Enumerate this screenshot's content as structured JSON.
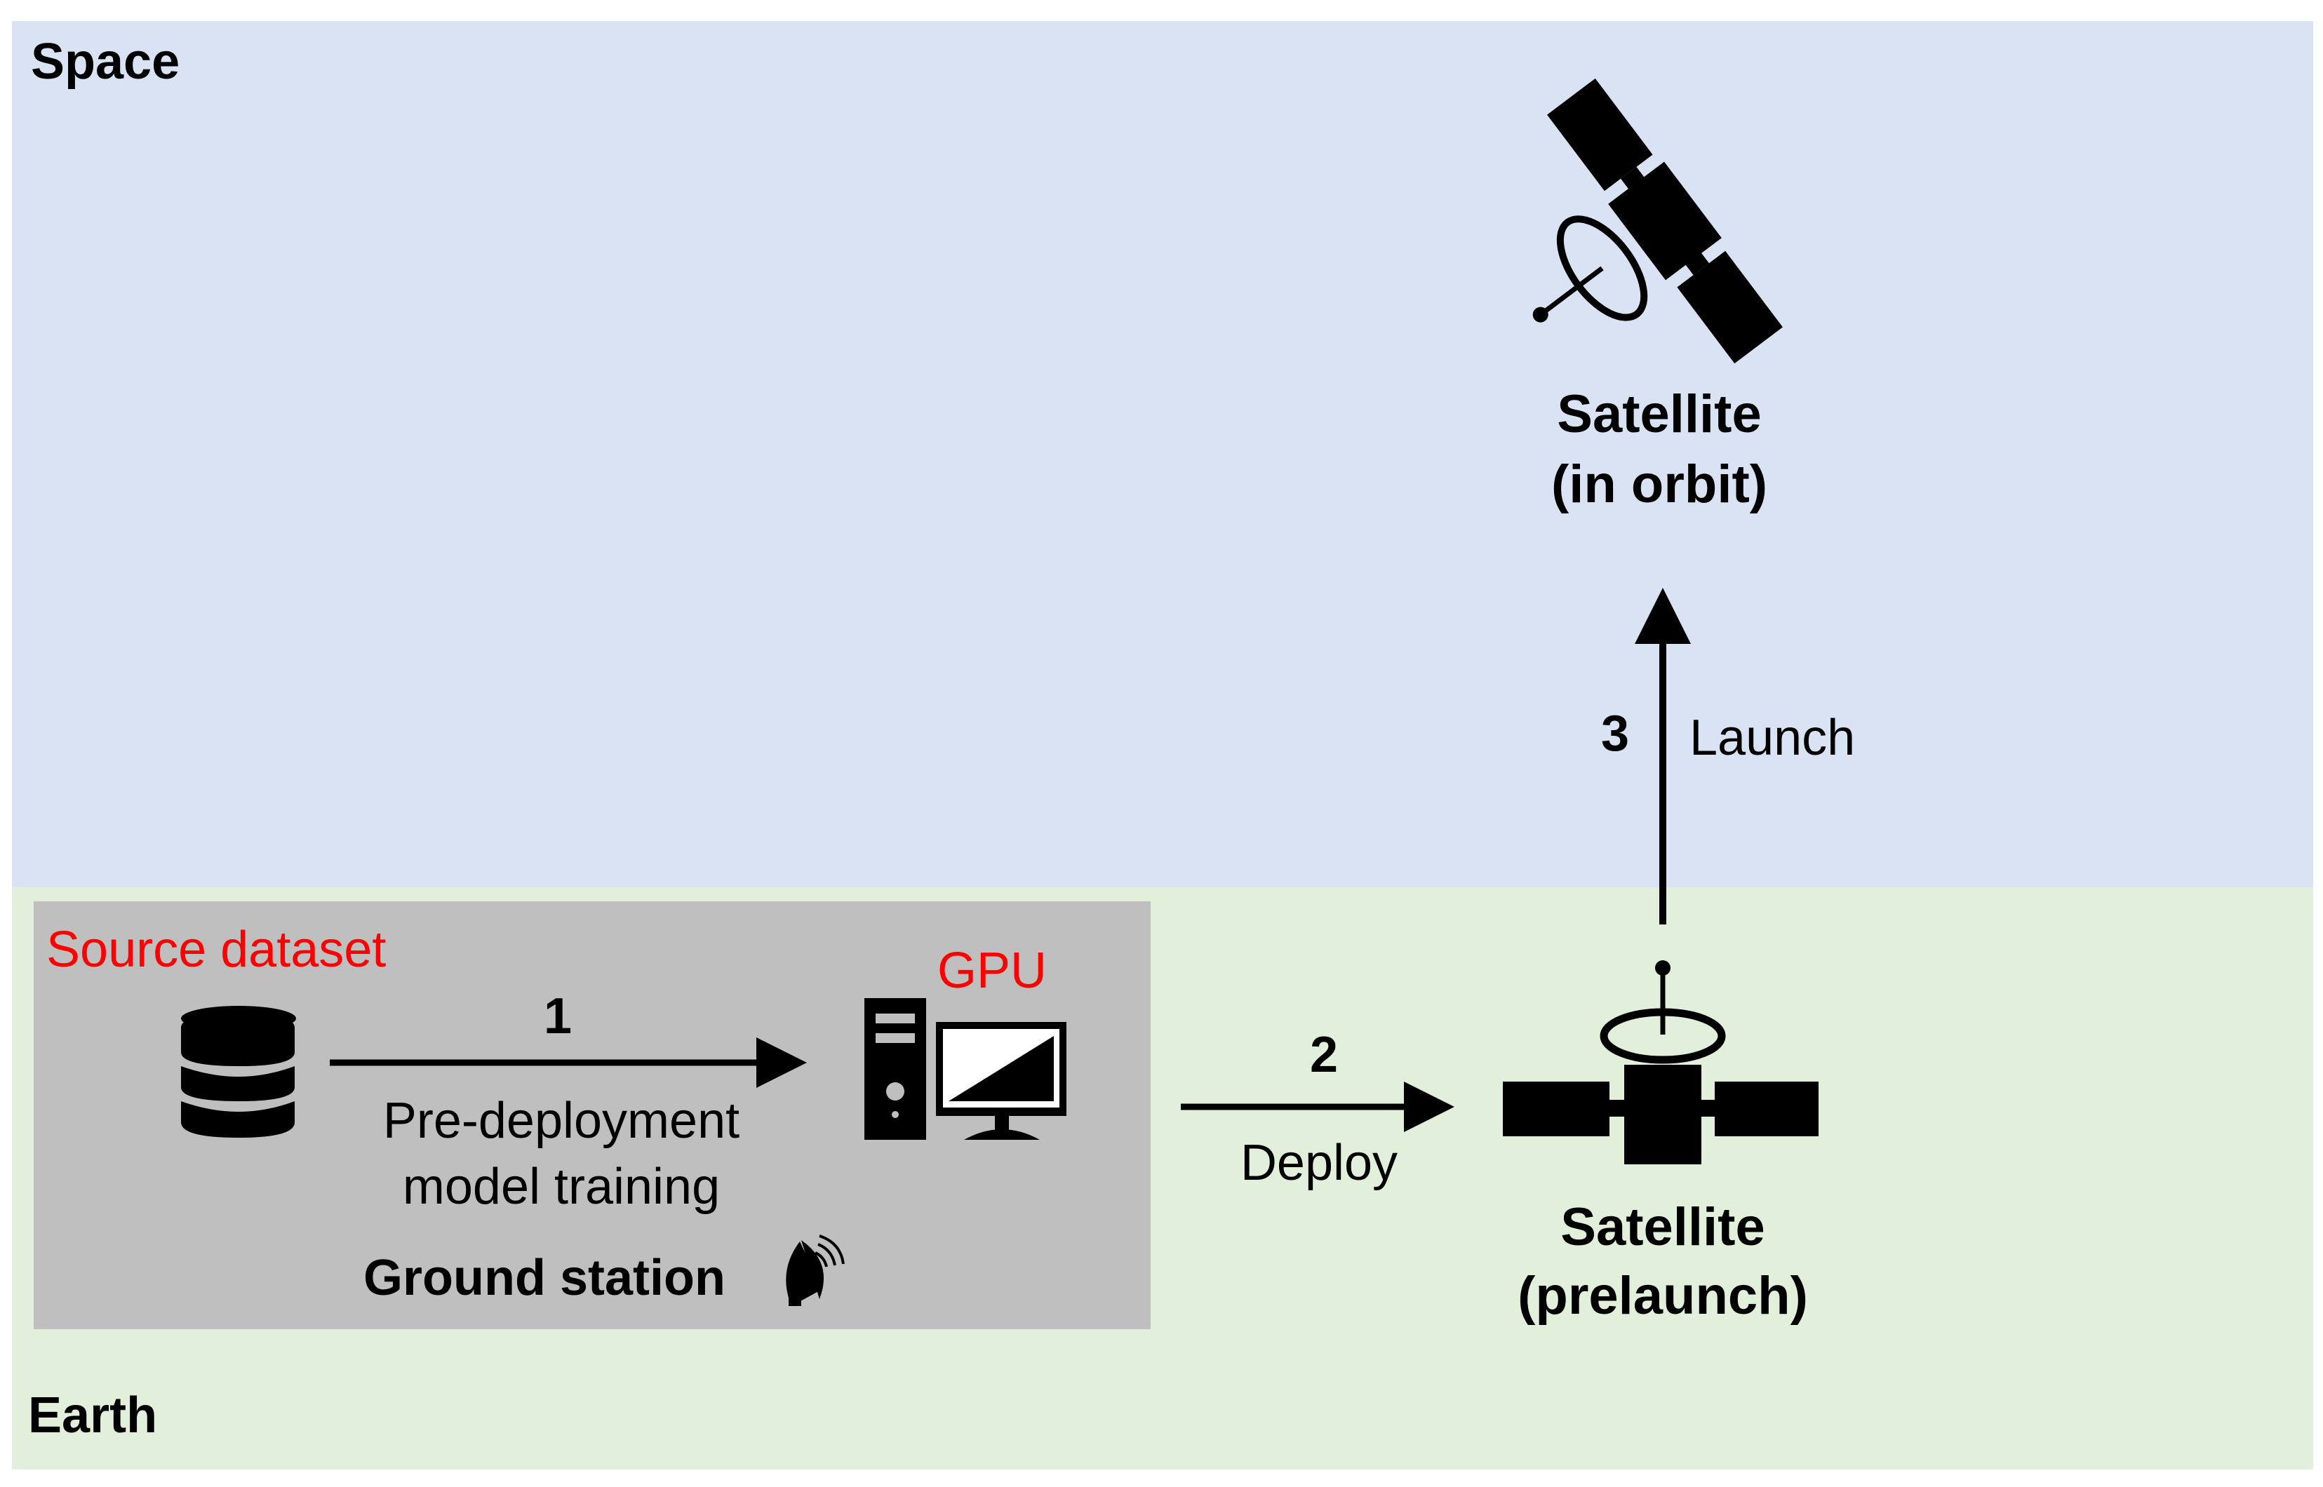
{
  "colors": {
    "space_bg": "#dae3f3",
    "earth_bg": "#e2efda",
    "ground_station_bg": "#bfbfbf",
    "highlight_text": "#ff0000",
    "ink": "#000000"
  },
  "zones": {
    "space_label": "Space",
    "earth_label": "Earth",
    "ground_station_label": "Ground station"
  },
  "nodes": {
    "source_dataset": {
      "label": "Source dataset",
      "icon": "database-icon"
    },
    "gpu": {
      "label": "GPU",
      "icon": "desktop-computer-icon"
    },
    "satellite_prelaunch": {
      "label_line1": "Satellite",
      "label_line2": "(prelaunch)",
      "icon": "satellite-icon"
    },
    "satellite_orbit": {
      "label_line1": "Satellite",
      "label_line2": "(in orbit)",
      "icon": "satellite-icon"
    },
    "ground_station_icon": "satellite-dish-icon"
  },
  "steps": [
    {
      "number": "1",
      "label_line1": "Pre-deployment",
      "label_line2": "model training"
    },
    {
      "number": "2",
      "label_line1": "Deploy"
    },
    {
      "number": "3",
      "label_line1": "Launch"
    }
  ]
}
